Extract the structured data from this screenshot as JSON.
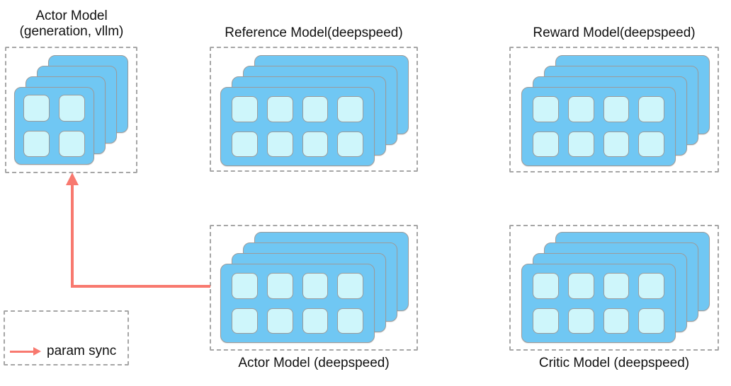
{
  "colors": {
    "card": "#70c7f3",
    "cell": "#cef6fb",
    "outline": "#9b9b9b",
    "dashed_border": "#a6a6a6",
    "arrow": "#f8796f",
    "text": "#111111"
  },
  "panels": {
    "actor_vllm": {
      "label_line1": "Actor Model",
      "label_line2": "(generation, vllm)",
      "stack": {
        "layers": 4,
        "rows": 2,
        "cols": 2
      }
    },
    "reference": {
      "label": "Reference Model(deepspeed)",
      "stack": {
        "layers": 4,
        "rows": 2,
        "cols": 4
      }
    },
    "reward": {
      "label": "Reward Model(deepspeed)",
      "stack": {
        "layers": 4,
        "rows": 2,
        "cols": 4
      }
    },
    "actor_deepspeed": {
      "label": "Actor Model (deepspeed)",
      "stack": {
        "layers": 4,
        "rows": 2,
        "cols": 4
      }
    },
    "critic": {
      "label": "Critic Model (deepspeed)",
      "stack": {
        "layers": 4,
        "rows": 2,
        "cols": 4
      }
    }
  },
  "legend": {
    "label": "param sync"
  }
}
